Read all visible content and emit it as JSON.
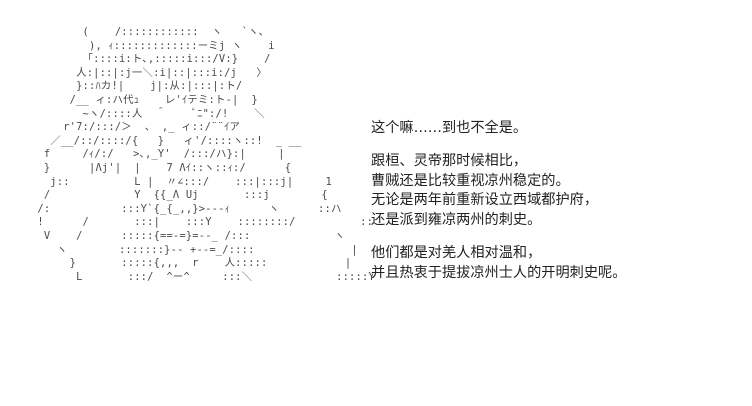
{
  "art": {
    "lines": [
      "          (    /::::::::::::  ヽ   `ヽ、",
      "           ), ｨ:::::::::::::ーミj ヽ    i",
      "          「::::i:ト､,:::::i:::/V:}    /",
      "         人:|::|:j一＼:i|::|:::i:/j   〉",
      "         }::ﾊカ!|    j|:从:|:::|:ト/",
      "        /__ ィ:ハ代ｭ    レ'ｲテミ:ト-|  }",
      "          ~ヽ/::::人  ＾    ﾞﾆ\":/!    ＼",
      "       r'7:/:::/＞  、 ,_ ィ::/¨¨ｲア",
      "     ／__/::/::::/{   }   ィ'/::::ヽ::!  _ __",
      "    f     /ｨ/:/   >､,_Y'  /:::/ハ}:|     |",
      "    }      |Λj'|  |    7 Λｲ::ヽ::ｨ:/      {",
      "     j::          L |  〃∠:::/    :::|:::j|     1",
      "    /             Y  {{_Λ Uj       :::j        {",
      "   /:           :::Y`{_{_,,}>---ｨ      ヽ      ::ハ",
      "   !      /       :::|    :::Y    ::::::::/          :::::::i",
      "    V    /      :::::{==-=}=--_ /:::             ヽ",
      "      ヽ        :::::::}-- +--=_/::::               |",
      "        }       :::::{,,,  r    人:::::            |",
      "         L       :::/  ^ー^     :::＼             :::::Y"
    ]
  },
  "dialogue": {
    "paragraphs": [
      [
        "这个嘛……到也不全是。"
      ],
      [
        "跟桓、灵帝那时候相比，",
        "曹贼还是比较重视凉州稳定的。",
        "无论是两年前重新设立西域都护府，",
        "还是派到雍凉两州的刺史。"
      ],
      [
        "他们都是对羌人相对温和，",
        "并且热衷于提拔凉州士人的开明刺史呢。"
      ]
    ]
  }
}
